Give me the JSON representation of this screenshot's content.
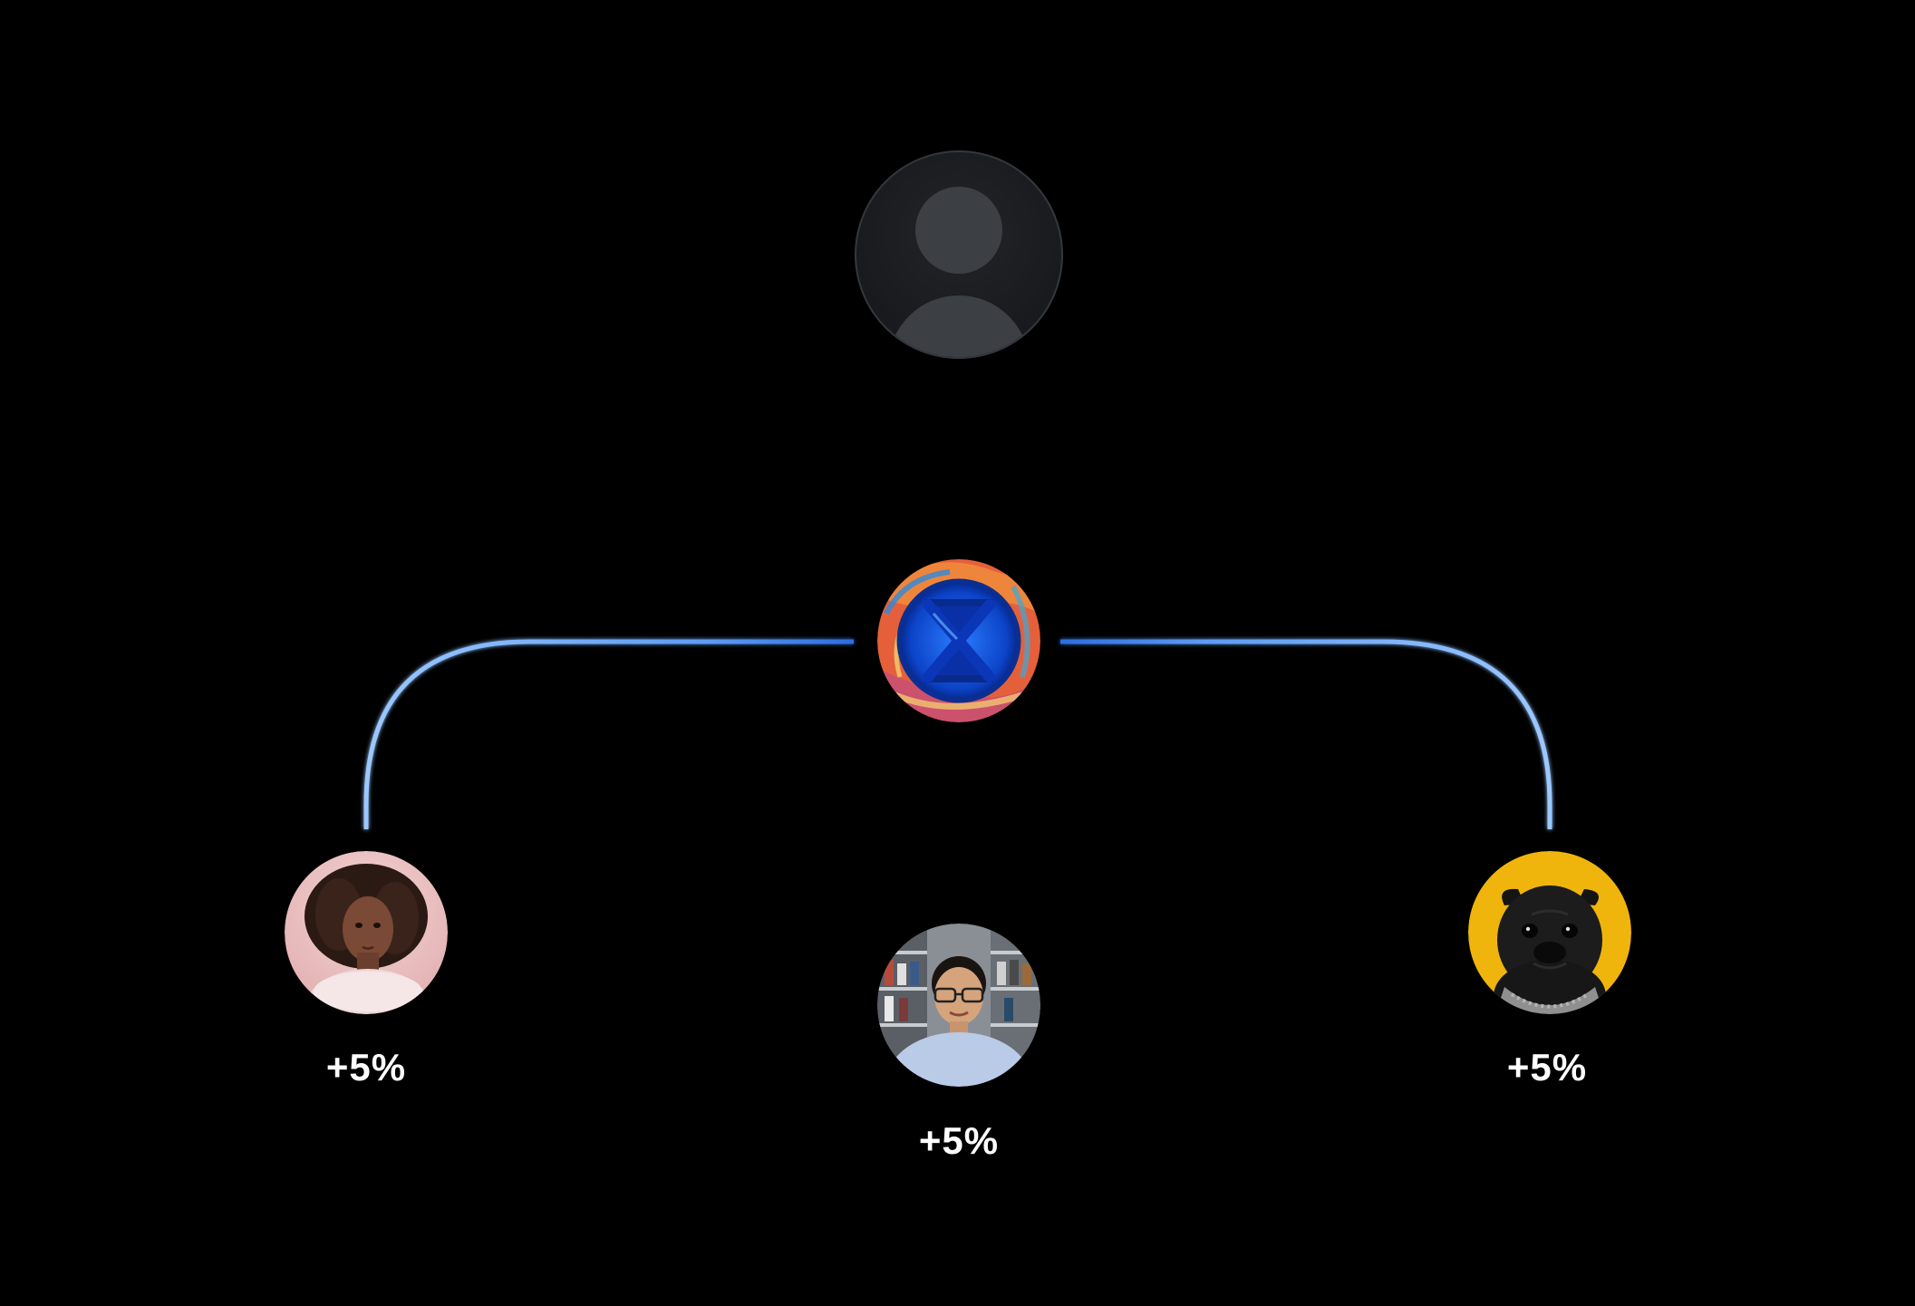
{
  "diagram": {
    "root": {
      "label": ""
    },
    "hub": {
      "label": ""
    },
    "children": [
      {
        "id": "left",
        "label": "+5%"
      },
      {
        "id": "middle",
        "label": "+5%"
      },
      {
        "id": "right",
        "label": "+5%"
      }
    ]
  },
  "colors": {
    "background": "#000000",
    "connector": "#5aa0ff",
    "connector_bright": "#9cc8ff",
    "text": "#ffffff",
    "placeholder_bg": "#1b1d20",
    "placeholder_glyph": "#3a3d42",
    "dog_bg": "#efb50c",
    "portrait_left_bg": "#e9c3c4"
  },
  "icons": {
    "root": "user-placeholder-icon",
    "hub": "x-logo-icon"
  }
}
